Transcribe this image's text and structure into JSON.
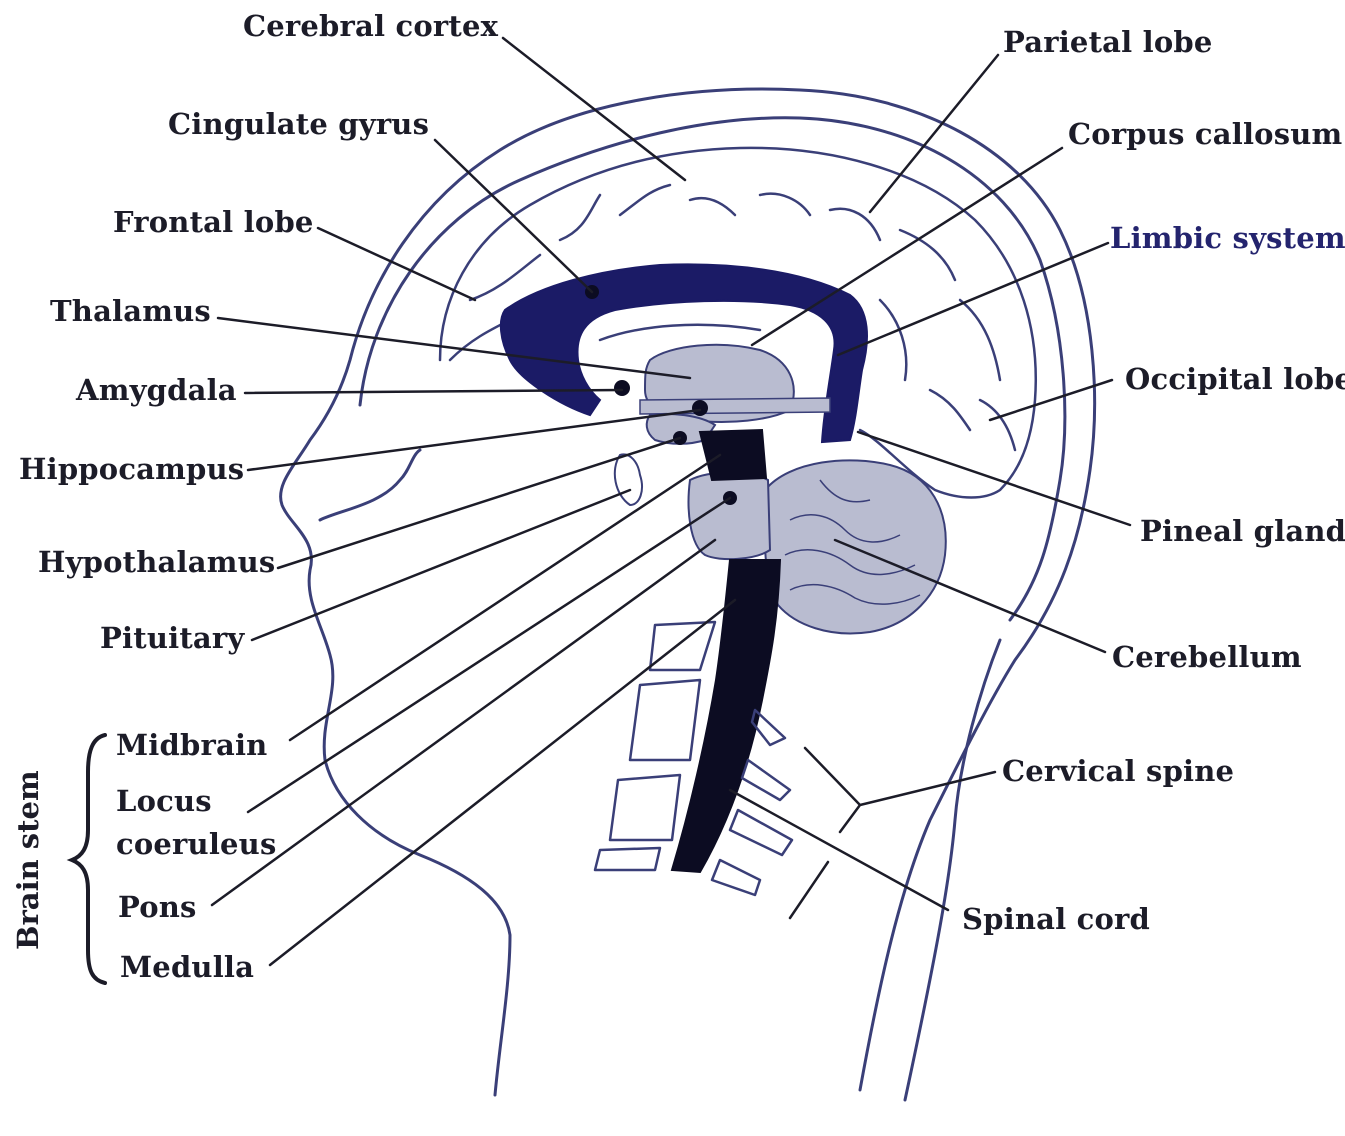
{
  "labels": {
    "cerebral_cortex": "Cerebral cortex",
    "cingulate_gyrus": "Cingulate gyrus",
    "frontal_lobe": "Frontal lobe",
    "thalamus": "Thalamus",
    "amygdala": "Amygdala",
    "hippocampus": "Hippocampus",
    "hypothalamus": "Hypothalamus",
    "pituitary": "Pituitary",
    "midbrain": "Midbrain",
    "locus_line1": "Locus",
    "locus_line2": "coeruleus",
    "pons": "Pons",
    "medulla": "Medulla",
    "brain_stem": "Brain stem",
    "parietal_lobe": "Parietal lobe",
    "corpus_callosum": "Corpus callosum",
    "limbic_system": "Limbic system",
    "occipital_lobe": "Occipital lobe",
    "pineal_gland": "Pineal gland",
    "cerebellum": "Cerebellum",
    "cervical_spine": "Cervical spine",
    "spinal_cord": "Spinal cord"
  },
  "colors": {
    "outline": "#3a3f78",
    "limbic": "#1b1b66",
    "gray_structure": "#b9bcd0",
    "brainstem": "#0c0c22",
    "leader": "#1c1c28",
    "accent_label": "#24246e"
  }
}
